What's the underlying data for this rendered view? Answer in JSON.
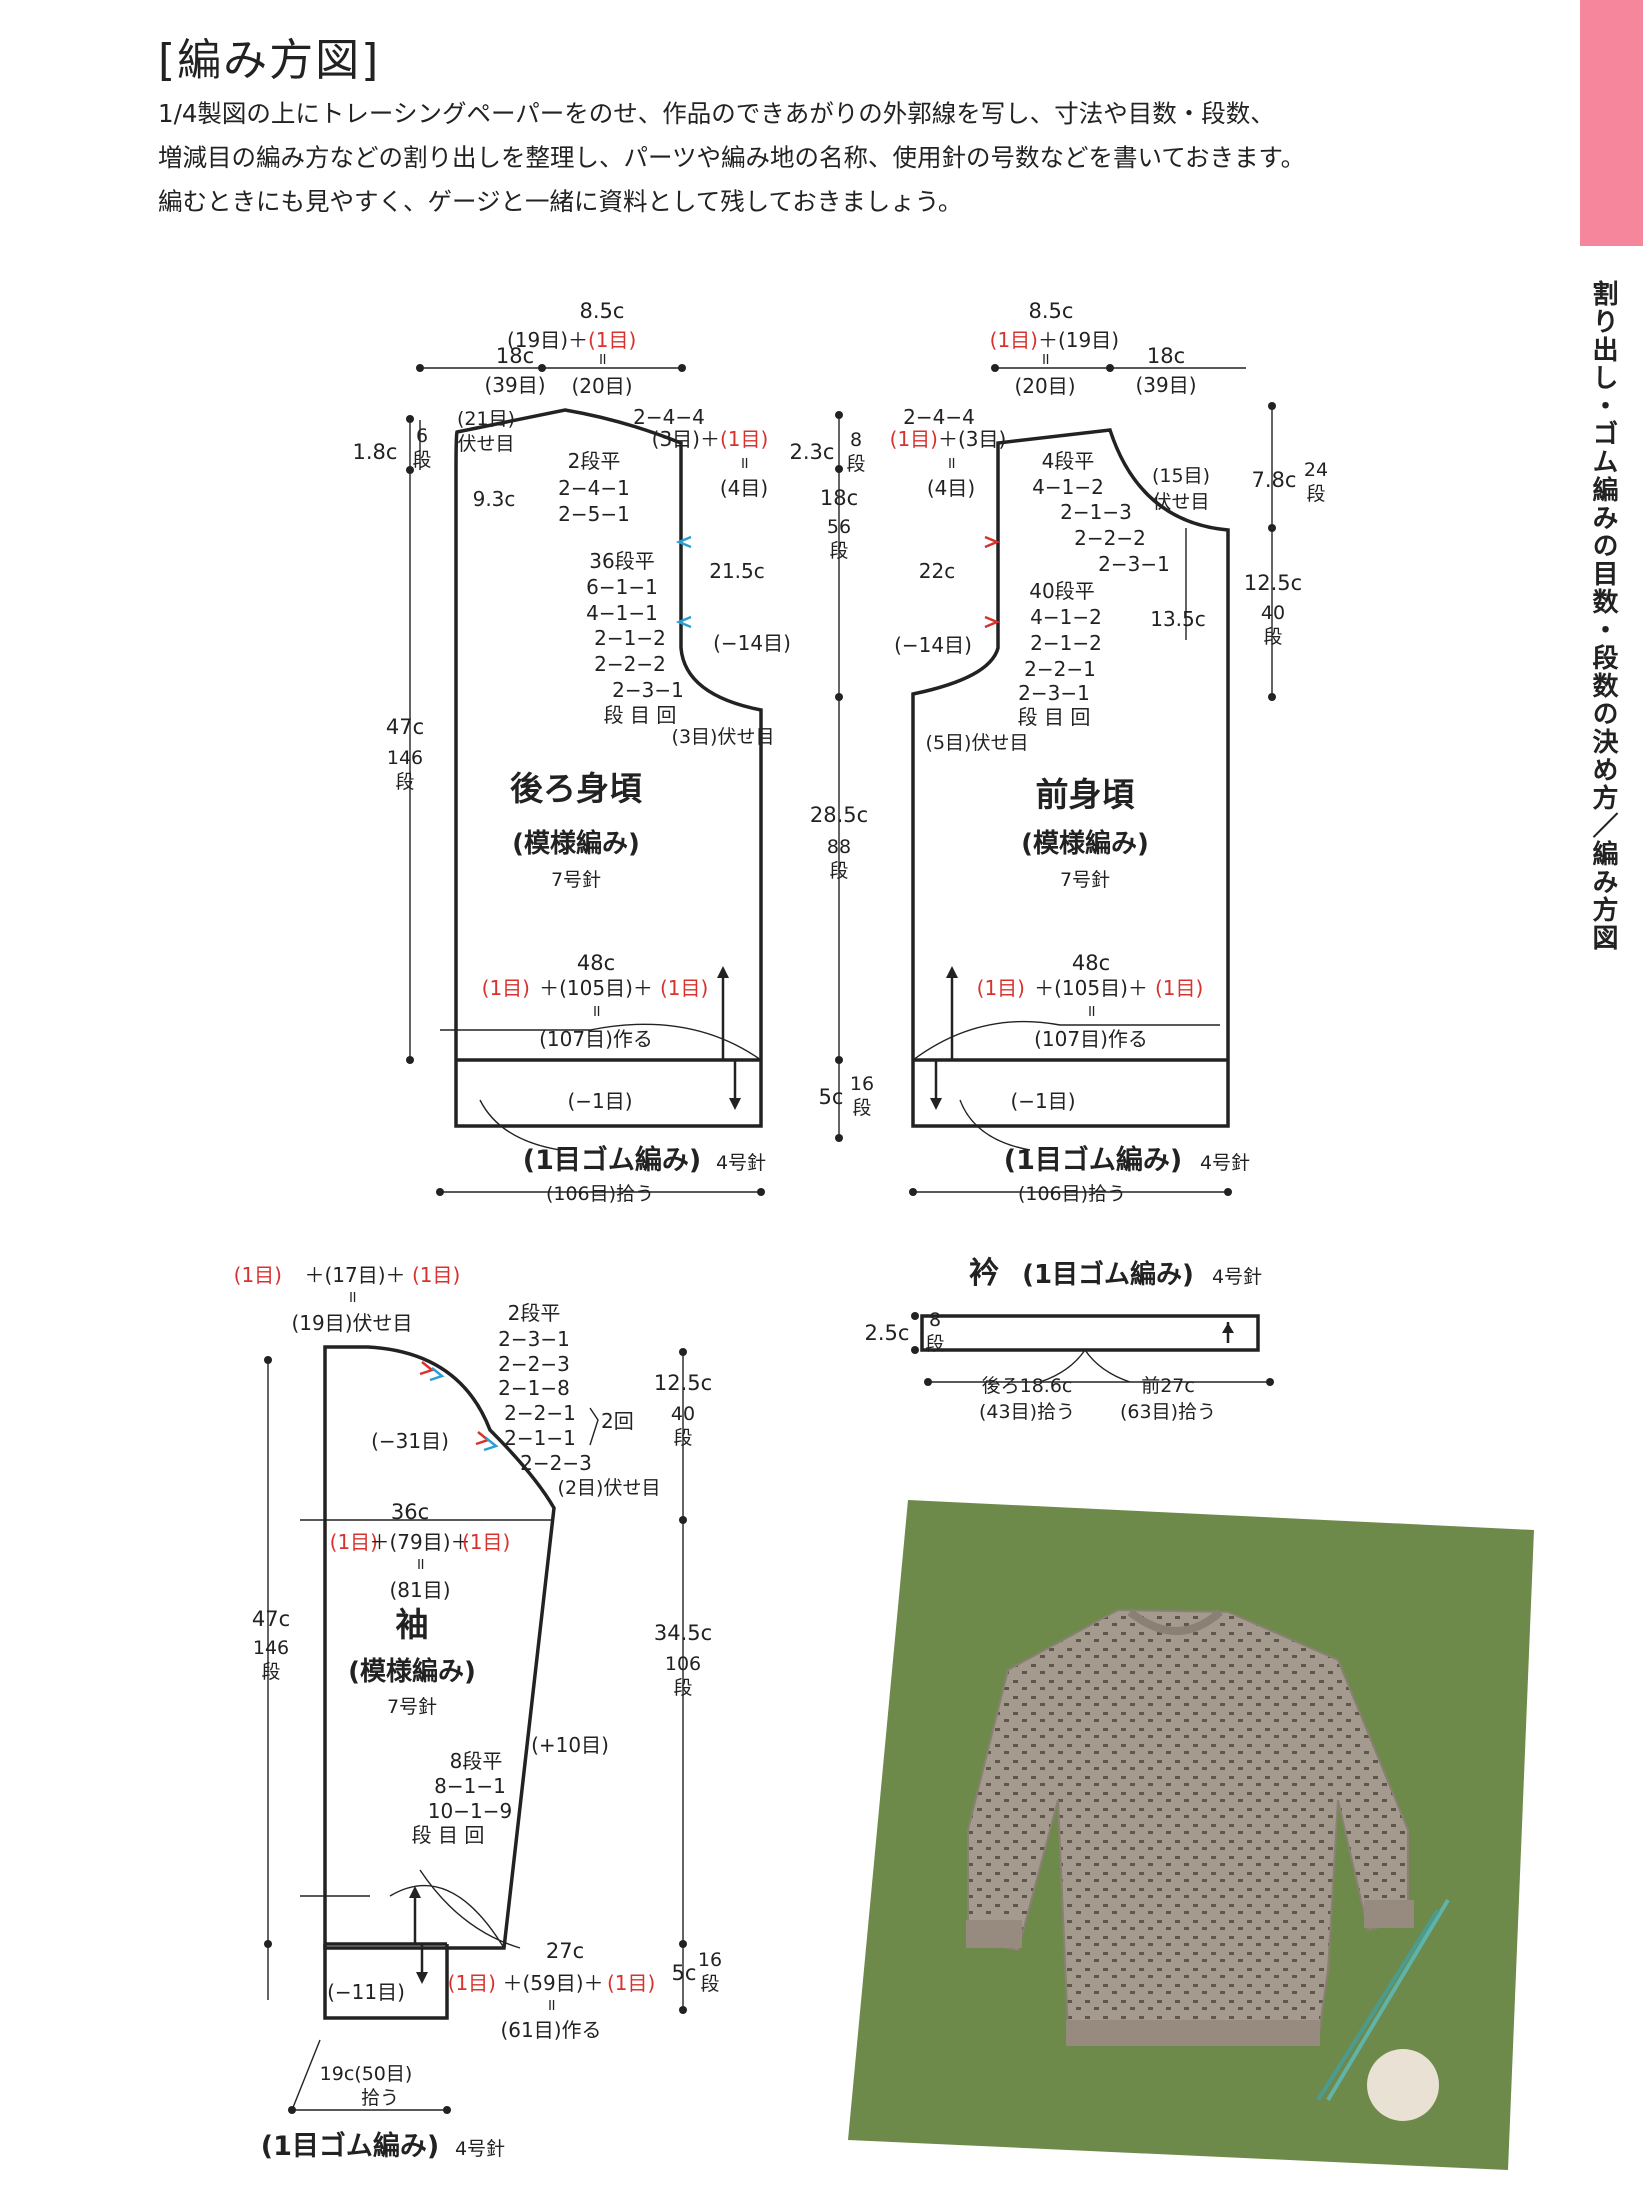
{
  "header": {
    "title": "[編み方図]",
    "intro": [
      "1/4製図の上にトレーシングペーパーをのせ、作品のできあがりの外郭線を写し、寸法や目数・段数、",
      "増減目の編み方などの割り出しを整理し、パーツや編み地の名称、使用針の号数などを書いておきます。",
      "編むときにも見やすく、ゲージと一緒に資料として残しておきましょう。"
    ]
  },
  "side_label": "割り出し・ゴム編みの目数・段数の決め方／編み方図",
  "colors": {
    "accent_red": "#d8322e",
    "accent_blue": "#2a9fd6",
    "tab_pink": "#f5869b",
    "photo_bg": "#6e8a4a",
    "sweater": "#a49a8e"
  },
  "back": {
    "name": "後ろ身頃",
    "pattern": "(模様編み)",
    "needle": "7号針",
    "shoulder_width": "8.5c",
    "shoulder_stitches_a": "(19目)＋",
    "shoulder_stitches_b": "(1目)",
    "eq": "॥",
    "shoulder_total": "(20目)",
    "neck_width": "18c",
    "neck_stitches": "(39目)",
    "neck_bind": "(21目)",
    "neck_bind2": "伏せ目",
    "neck_depth": "1.8c",
    "neck_rows": "6",
    "dan": "段",
    "neck_curve": "9.3c",
    "neck_dec": [
      "2段平",
      "2−4−1",
      "2−5−1"
    ],
    "shoulder_dec": "2−4−4",
    "shoulder_a": "(3目)＋",
    "shoulder_b": "(1目)",
    "shoulder_eq": "॥",
    "shoulder_c": "(4目)",
    "armhole_dec": [
      "36段平",
      "6−1−1",
      "4−1−1",
      "2−1−2",
      "2−2−2",
      "2−3−1",
      "段 目 回"
    ],
    "armhole_len": "21.5c",
    "armhole_total": "(−14目)",
    "armhole_bind": "(3目)伏せ目",
    "length": "47c",
    "length_rows": "146",
    "width": "48c",
    "cast_a": "(1目)",
    "cast_b": "＋(105目)＋",
    "cast_c": "(1目)",
    "cast_eq": "॥",
    "cast_on": "(107目)作る",
    "rib_dec": "(−1目)",
    "rib_name": "(1目ゴム編み)",
    "rib_needle": "4号針",
    "pickup": "(106目)拾う"
  },
  "center": {
    "armhole_depth": "2.3c",
    "armhole_rows": "8",
    "a_len": "18c",
    "a_rows": "56",
    "b_len": "28.5c",
    "b_rows": "88",
    "rib_len": "5c",
    "rib_rows": "16"
  },
  "front": {
    "name": "前身頃",
    "pattern": "(模様編み)",
    "needle": "7号針",
    "shoulder_width": "8.5c",
    "shoulder_stitches_a": "(1目)",
    "shoulder_stitches_b": "＋(19目)",
    "eq": "॥",
    "shoulder_total": "(20目)",
    "neck_width": "18c",
    "neck_stitches": "(39目)",
    "shoulder_dec": "2−4−4",
    "shoulder_a": "(1目)",
    "shoulder_b": "＋(3目)",
    "shoulder_eq": "॥",
    "shoulder_c": "(4目)",
    "neck_dec": [
      "4段平",
      "4−1−2",
      "2−1−3",
      "2−2−2",
      "2−3−1"
    ],
    "neck_bind": "(15目)",
    "neck_bind2": "伏せ目",
    "neck_depth": "7.8c",
    "neck_rows": "24",
    "neck_side": "13.5c",
    "armhole_len": "22c",
    "armhole_dec": [
      "40段平",
      "4−1−2",
      "2−1−2",
      "2−2−1",
      "2−3−1",
      "段 目 回"
    ],
    "armhole_total": "(−14目)",
    "armhole_bind": "(5目)伏せ目",
    "lower_len": "12.5c",
    "lower_rows": "40",
    "width": "48c",
    "cast_a": "(1目)",
    "cast_b": "＋(105目)＋",
    "cast_c": "(1目)",
    "cast_eq": "॥",
    "cast_on": "(107目)作る",
    "rib_dec": "(−1目)",
    "rib_name": "(1目ゴム編み)",
    "rib_needle": "4号針",
    "pickup": "(106目)拾う"
  },
  "sleeve": {
    "name": "袖",
    "pattern": "(模様編み)",
    "needle": "7号針",
    "top_a": "(1目)",
    "top_b": "＋(17目)＋",
    "top_c": "(1目)",
    "top_eq": "॥",
    "top_bind": "(19目)伏せ目",
    "cap_dec": [
      "2段平",
      "2−3−1",
      "2−2−3",
      "2−1−8",
      "2−2−1",
      "2−1−1",
      "2−2−3"
    ],
    "cap_repeat": "2回",
    "cap_total": "(−31目)",
    "cap_bind": "(2目)伏せ目",
    "cap_len": "12.5c",
    "cap_rows": "40",
    "width": "36c",
    "w_a": "(1目)",
    "w_b": "＋(79目)＋",
    "w_c": "(1目)",
    "w_eq": "॥",
    "w_total": "(81目)",
    "length": "47c",
    "length_rows": "146",
    "body_len": "34.5c",
    "body_rows": "106",
    "inc": [
      "8段平",
      "8−1−1",
      "10−1−9",
      "段 目 回"
    ],
    "inc_total": "(+10目)",
    "cuff_width": "27c",
    "cuff_a": "(1目)",
    "cuff_b": "＋(59目)＋",
    "cuff_c": "(1目)",
    "cuff_eq": "॥",
    "cast_on": "(61目)作る",
    "rib_dec": "(−11目)",
    "pickup_width": "19c(50目)",
    "pickup": "拾う",
    "rib_len": "5c",
    "rib_rows": "16",
    "rib_name": "(1目ゴム編み)",
    "rib_needle": "4号針"
  },
  "collar": {
    "name": "衿",
    "rib_name": "(1目ゴム編み)",
    "needle": "4号針",
    "height": "2.5c",
    "rows": "8",
    "back_width": "後ろ18.6c",
    "back_pickup": "(43目)拾う",
    "front_width": "前27c",
    "front_pickup": "(63目)拾う"
  }
}
